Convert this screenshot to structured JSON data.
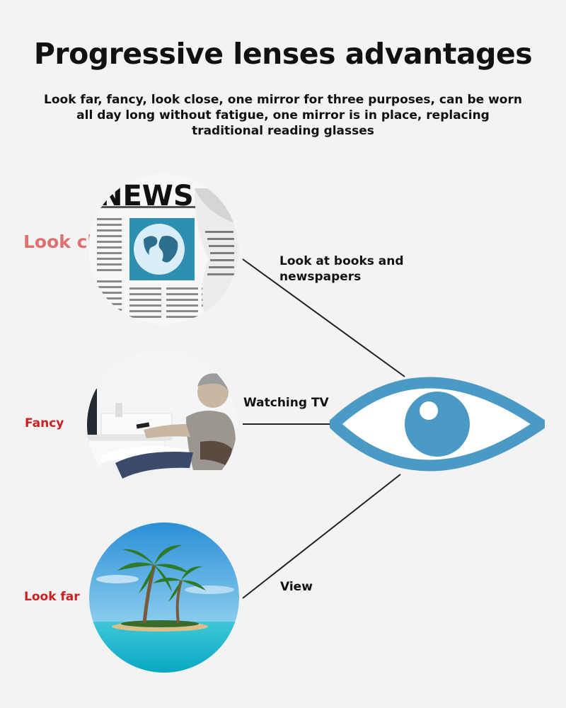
{
  "header": {
    "title": "Progressive lenses advantages",
    "subtitle": "Look far, fancy, look close, one mirror for three purposes, can be worn all day long without fatigue, one mirror is in place, replacing traditional reading glasses"
  },
  "sections": [
    {
      "label": "Look close",
      "description": "Look at books and newspapers",
      "image": "newspaper-image"
    },
    {
      "label": "Fancy",
      "description": "Watching TV",
      "image": "tv-watching-image"
    },
    {
      "label": "Look far",
      "description": "View",
      "image": "island-beach-image"
    }
  ],
  "newspaper": {
    "masthead": "NEWS"
  },
  "colors": {
    "eye": "#4b9ac6",
    "look_close": "#e07070",
    "labels": "#cc2020"
  }
}
